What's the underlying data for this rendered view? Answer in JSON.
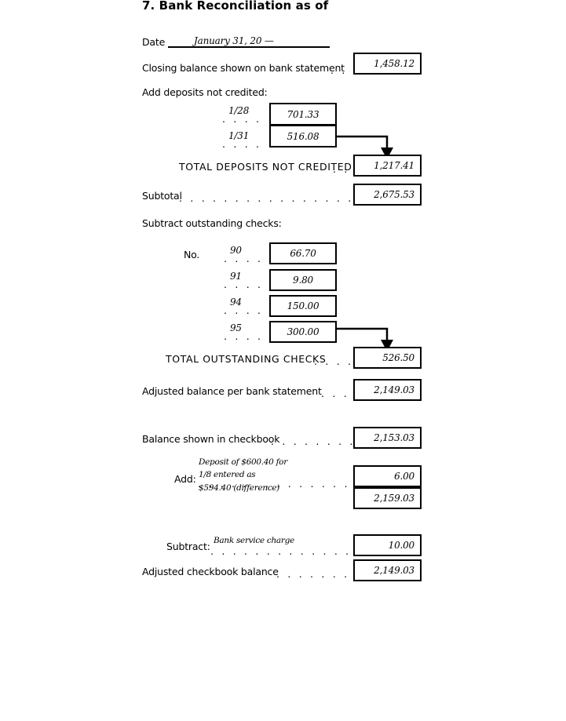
{
  "form": {
    "title": "7. Bank Reconciliation as of",
    "date_label": "Date",
    "date_value": "January 31, 20 —"
  },
  "bank_section": {
    "closing_balance_label": "Closing balance shown on bank statement",
    "closing_balance_value": "1,458.12",
    "add_deposits_label": "Add deposits not credited:",
    "deposits": [
      {
        "date": "1/28",
        "amount": "701.33"
      },
      {
        "date": "1/31",
        "amount": "516.08"
      }
    ],
    "total_deposits_label": "TOTAL DEPOSITS NOT CREDITED",
    "total_deposits_value": "1,217.41",
    "subtotal_label": "Subtotal",
    "subtotal_value": "2,675.53",
    "subtract_checks_label": "Subtract outstanding checks:",
    "no_label": "No.",
    "checks": [
      {
        "number": "90",
        "amount": "66.70"
      },
      {
        "number": "91",
        "amount": "9.80"
      },
      {
        "number": "94",
        "amount": "150.00"
      },
      {
        "number": "95",
        "amount": "300.00"
      }
    ],
    "total_checks_label": "TOTAL OUTSTANDING CHECKS",
    "total_checks_value": "526.50",
    "adjusted_bank_label": "Adjusted balance per bank statement",
    "adjusted_bank_value": "2,149.03"
  },
  "checkbook_section": {
    "balance_label": "Balance shown in checkbook",
    "balance_value": "2,153.03",
    "add_label": "Add:",
    "add_note_line1": "Deposit of $600.40 for",
    "add_note_line2": "1/8 entered as",
    "add_note_line3": "$594.40 (difference)",
    "add_value": "6.00",
    "add_subtotal_value": "2,159.03",
    "subtract_label": "Subtract:",
    "subtract_note": "Bank service charge",
    "subtract_value": "10.00",
    "adjusted_label": "Adjusted checkbook balance",
    "adjusted_value": "2,149.03"
  },
  "style": {
    "ink": "#000000",
    "paper": "#ffffff"
  }
}
